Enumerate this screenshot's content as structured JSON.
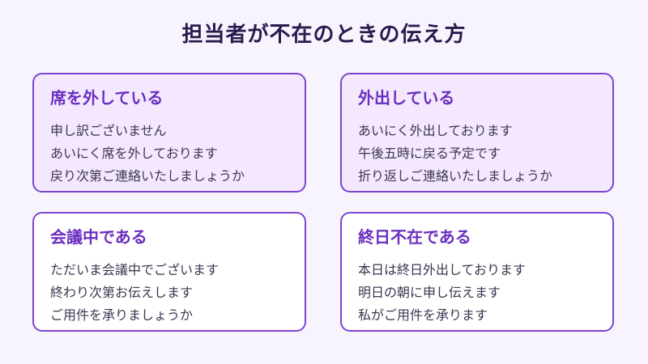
{
  "title": "担当者が不在のときの伝え方",
  "cards": [
    {
      "title": "席を外している",
      "lines": [
        "申し訳ございません",
        "あいにく席を外しております",
        "戻り次第ご連絡いたしましょうか"
      ]
    },
    {
      "title": "外出している",
      "lines": [
        "あいにく外出しております",
        "午後五時に戻る予定です",
        "折り返しご連絡いたしましょうか"
      ]
    },
    {
      "title": "会議中である",
      "lines": [
        "ただいま会議中でございます",
        "終わり次第お伝えします",
        "ご用件を承りましょうか"
      ]
    },
    {
      "title": "終日不在である",
      "lines": [
        "本日は終日外出しております",
        "明日の朝に申し伝えます",
        "私がご用件を承ります"
      ]
    }
  ]
}
